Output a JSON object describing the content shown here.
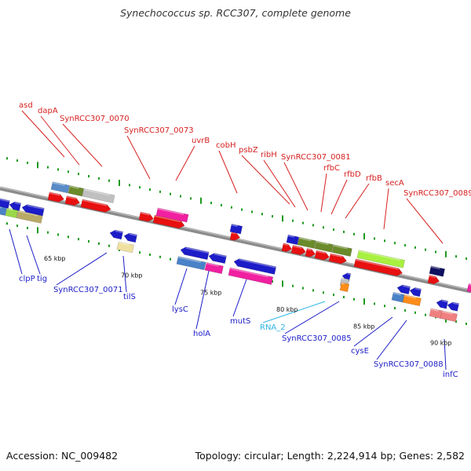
{
  "title": "Synechococcus sp. RCC307, complete genome",
  "footer": {
    "accession": "Accession: NC_009482",
    "topology": "Topology: circular; Length: 2,224,914 bp; Genes: 2,582"
  },
  "colors": {
    "forward_label": "#d62020",
    "reverse_label": "#1c1cc8",
    "rna_label": "#2fb4e6",
    "backbone": "#8c8c8c",
    "cds": "#e81010",
    "tick": "#1e9a1e"
  },
  "kbp_ticks": [
    "65 kbp",
    "70 kbp",
    "75 kbp",
    "80 kbp",
    "85 kbp",
    "90 kbp"
  ],
  "top_labels": [
    "asd",
    "dapA",
    "SynRCC307_0070",
    "SynRCC307_0073",
    "uvrB",
    "cobH",
    "psbZ",
    "ribH",
    "SynRCC307_0081",
    "rfbC",
    "rfbD",
    "rfbB",
    "secA",
    "SynRCC307_0089"
  ],
  "bottom_labels": [
    "clpP",
    "tig",
    "SynRCC307_0071",
    "tilS",
    "lysC",
    "holA",
    "mutS",
    "RNA_2",
    "SynRCC307_0085",
    "cysE",
    "SynRCC307_0088",
    "infC"
  ]
}
